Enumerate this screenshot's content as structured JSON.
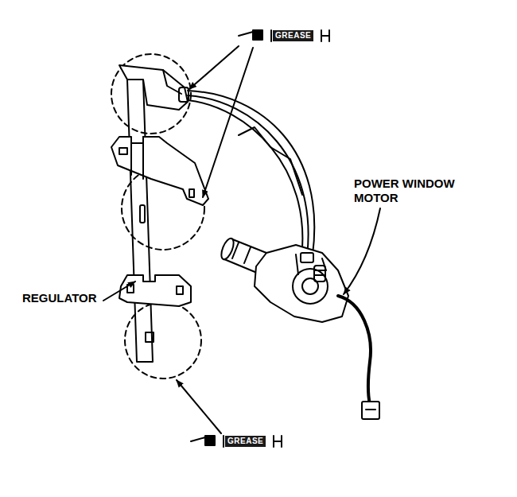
{
  "diagram": {
    "labels": [
      "GREASE",
      "POWER WINDOW MOTOR",
      "REGULATOR",
      "GREASE"
    ]
  }
}
